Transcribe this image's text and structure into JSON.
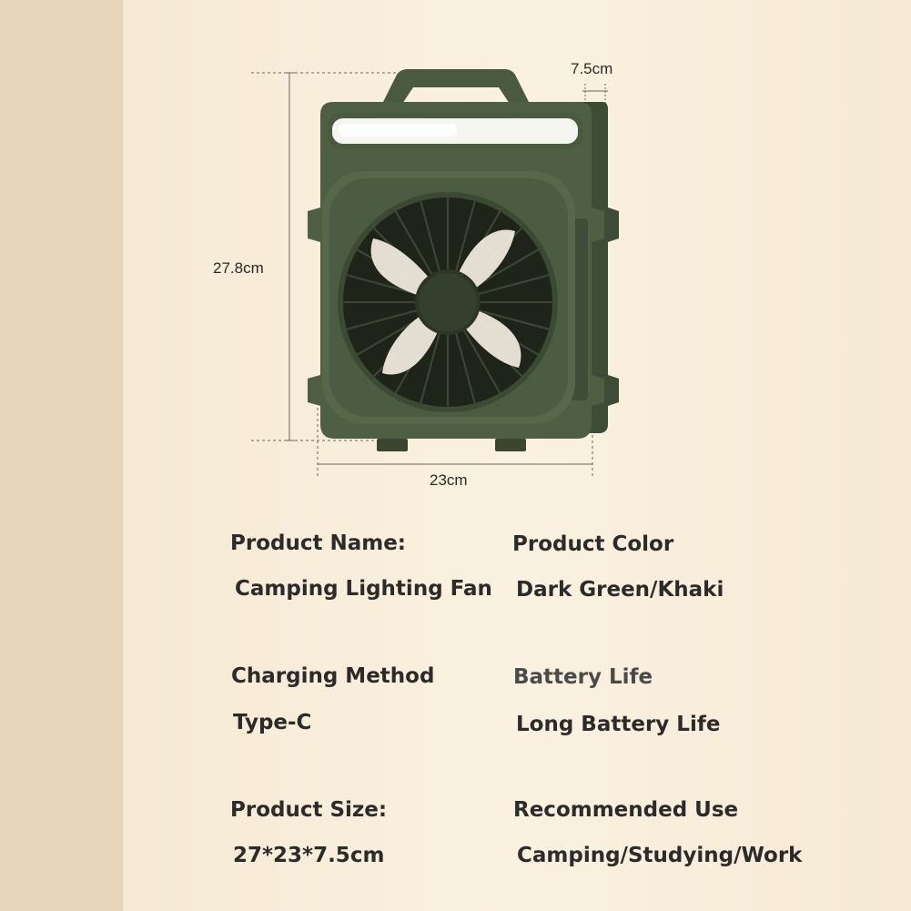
{
  "dimensions": {
    "depth": "7.5cm",
    "height": "27.8cm",
    "width": "23cm"
  },
  "specs": {
    "product_name_label": "Product Name:",
    "product_name_value": "Camping Lighting Fan",
    "product_color_label": "Product Color",
    "product_color_value": "Dark Green/Khaki",
    "charging_method_label": "Charging Method",
    "charging_method_value": "Type-C",
    "battery_life_label": "Battery Life",
    "battery_life_value": "Long Battery Life",
    "product_size_label": "Product Size:",
    "product_size_value": "27*23*7.5cm",
    "recommended_use_label": "Recommended Use",
    "recommended_use_value": "Camping/Studying/Work"
  },
  "colors": {
    "fan_body": "#4f5f44",
    "fan_shadow": "#3a4632",
    "background": "#f6ead5"
  }
}
